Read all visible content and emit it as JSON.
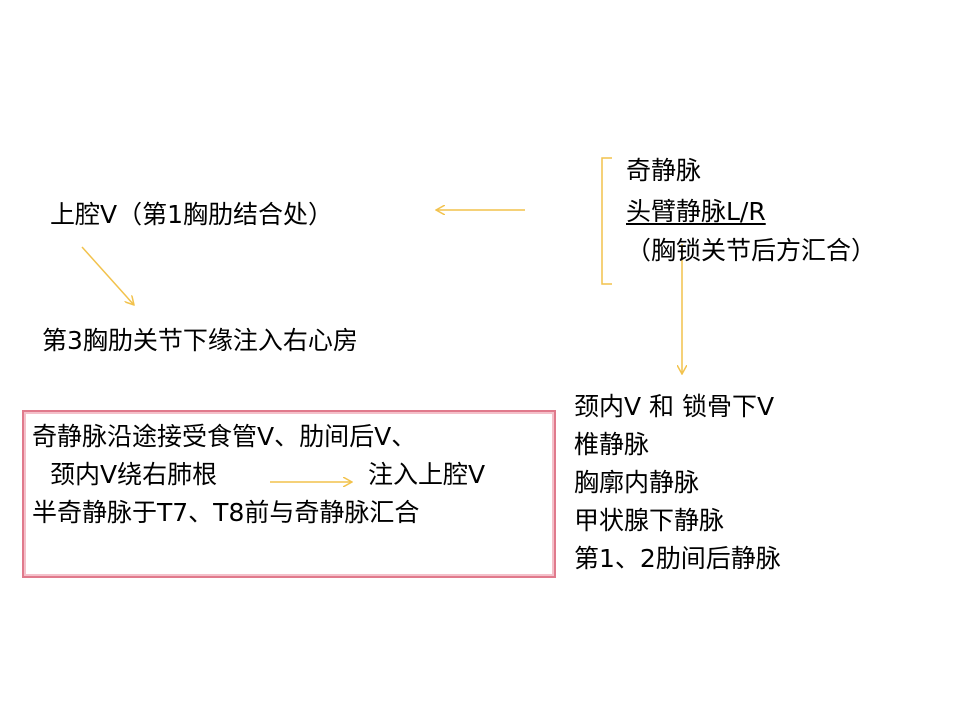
{
  "top_right_group": {
    "line1": "奇静脉",
    "line2": "头臂静脉L/R",
    "line3": "（胸锁关节后方汇合）"
  },
  "svc": {
    "label": "上腔V（第1胸肋结合处）",
    "drain": "第3胸肋关节下缘注入右心房"
  },
  "tributaries": [
    "颈内V 和   锁骨下V",
    "椎静脉",
    "胸廓内静脉",
    "甲状腺下静脉",
    "第1、2肋间后静脉"
  ],
  "azygos_box": {
    "line1": "奇静脉沿途接受食管V、肋间后V、",
    "line2a": "颈内V绕右肺根",
    "line2b": "注入上腔V",
    "line3": "半奇静脉于T7、T8前与奇静脉汇合"
  },
  "colors": {
    "arrow": "#f2c24c",
    "box_border": "#e07a8c"
  }
}
